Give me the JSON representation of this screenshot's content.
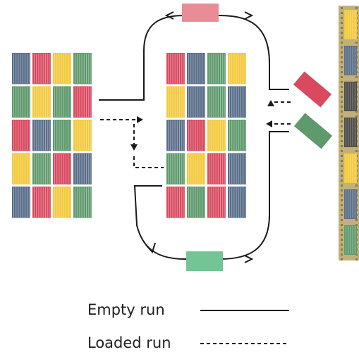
{
  "colors": {
    "blue": "#5a6e8a",
    "red": "#d9495f",
    "green": "#5e9a6c",
    "yellow": "#f2c93c",
    "dark": "#4a4a4a",
    "lane_tan": "#c2b079",
    "line": "#1a1a1a",
    "crane_top": "#e88d96",
    "crane_bottom": "#74c595"
  },
  "yard_left": {
    "rows": [
      [
        "blue",
        "red",
        "yellow",
        "green"
      ],
      [
        "green",
        "yellow",
        "green",
        "red"
      ],
      [
        "red",
        "blue",
        "green",
        "yellow"
      ],
      [
        "yellow",
        "green",
        "red",
        "blue"
      ],
      [
        "blue",
        "red",
        "yellow",
        "green"
      ]
    ]
  },
  "yard_middle": {
    "rows": [
      [
        "red",
        "blue",
        "green",
        "yellow"
      ],
      [
        "yellow",
        "blue",
        "green",
        "blue"
      ],
      [
        "blue",
        "red",
        "yellow",
        "green"
      ],
      [
        "green",
        "yellow",
        "red",
        "blue"
      ],
      [
        "red",
        "green",
        "red",
        "blue"
      ]
    ]
  },
  "ship_bay": {
    "items": [
      "yellow",
      "blue",
      "dark",
      "dark",
      "yellow",
      "blue",
      "green"
    ]
  },
  "vehicles": [
    {
      "name": "red",
      "angle": 40
    },
    {
      "name": "green",
      "angle": 40
    }
  ],
  "legend": {
    "empty_label": "Empty run",
    "loaded_label": "Loaded run"
  }
}
